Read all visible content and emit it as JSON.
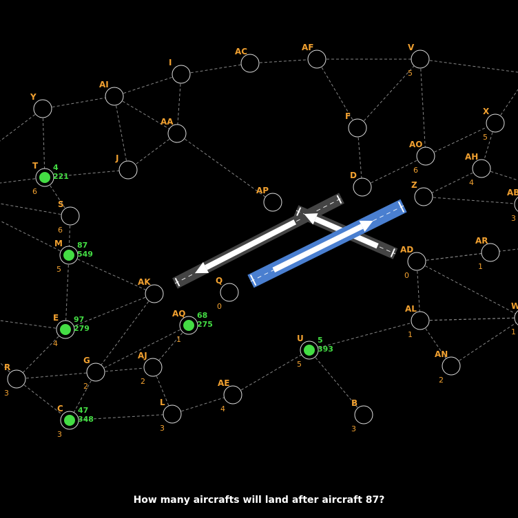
{
  "question": "How many aircrafts will land after aircraft 87?",
  "colors": {
    "background": "#000000",
    "edge": "#888888",
    "node_ring": "#e0e0e0",
    "label": "#f0a030",
    "aircraft": "#44dd44",
    "runway_gray": "#444444",
    "runway_blue": "#4a7fd0",
    "arrow": "#ffffff"
  },
  "nodes": [
    {
      "id": "V",
      "value": "5"
    },
    {
      "id": "AC",
      "value": ""
    },
    {
      "id": "AF",
      "value": ""
    },
    {
      "id": "I",
      "value": ""
    },
    {
      "id": "AI",
      "value": ""
    },
    {
      "id": "Y",
      "value": ""
    },
    {
      "id": "F",
      "value": ""
    },
    {
      "id": "AA",
      "value": ""
    },
    {
      "id": "X",
      "value": "5"
    },
    {
      "id": "AO",
      "value": "6"
    },
    {
      "id": "J",
      "value": ""
    },
    {
      "id": "AH",
      "value": "4"
    },
    {
      "id": "T",
      "value": "6"
    },
    {
      "id": "D",
      "value": ""
    },
    {
      "id": "Z",
      "value": ""
    },
    {
      "id": "AB",
      "value": "3"
    },
    {
      "id": "AP",
      "value": ""
    },
    {
      "id": "S",
      "value": "6"
    },
    {
      "id": "AR",
      "value": "1"
    },
    {
      "id": "M",
      "value": "5"
    },
    {
      "id": "AD",
      "value": "0"
    },
    {
      "id": "AK",
      "value": ""
    },
    {
      "id": "Q",
      "value": "0"
    },
    {
      "id": "W",
      "value": "1"
    },
    {
      "id": "AL",
      "value": "1"
    },
    {
      "id": "AQ",
      "value": "1"
    },
    {
      "id": "E",
      "value": "4"
    },
    {
      "id": "U",
      "value": "5"
    },
    {
      "id": "AN",
      "value": "2"
    },
    {
      "id": "AJ",
      "value": "2"
    },
    {
      "id": "G",
      "value": "2"
    },
    {
      "id": "R",
      "value": "3"
    },
    {
      "id": "AE",
      "value": "4"
    },
    {
      "id": "L",
      "value": "3"
    },
    {
      "id": "B",
      "value": "3"
    },
    {
      "id": "C",
      "value": "3"
    }
  ],
  "aircraft": [
    {
      "node": "T",
      "id": "4",
      "time": "221"
    },
    {
      "node": "M",
      "id": "87",
      "time": "549"
    },
    {
      "node": "E",
      "id": "97",
      "time": "279"
    },
    {
      "node": "AQ",
      "id": "68",
      "time": "275"
    },
    {
      "node": "U",
      "id": "5",
      "time": "393"
    },
    {
      "node": "C",
      "id": "47",
      "time": "348"
    }
  ],
  "edges": [
    [
      "Y",
      "AI"
    ],
    [
      "AI",
      "I"
    ],
    [
      "I",
      "AC"
    ],
    [
      "AC",
      "AF"
    ],
    [
      "AF",
      "V"
    ],
    [
      "AI",
      "AA"
    ],
    [
      "AI",
      "J"
    ],
    [
      "I",
      "AA"
    ],
    [
      "AA",
      "J"
    ],
    [
      "AA",
      "AP"
    ],
    [
      "Y",
      "T"
    ],
    [
      "T",
      "J"
    ],
    [
      "T",
      "S"
    ],
    [
      "S",
      "M"
    ],
    [
      "M",
      "AK"
    ],
    [
      "M",
      "E"
    ],
    [
      "AF",
      "F"
    ],
    [
      "F",
      "V"
    ],
    [
      "F",
      "D"
    ],
    [
      "V",
      "AO"
    ],
    [
      "D",
      "AO"
    ],
    [
      "AO",
      "X"
    ],
    [
      "X",
      "AH"
    ],
    [
      "AH",
      "Z"
    ],
    [
      "Z",
      "AB"
    ],
    [
      "AK",
      "E"
    ],
    [
      "AK",
      "G"
    ],
    [
      "AQ",
      "G"
    ],
    [
      "AQ",
      "AJ"
    ],
    [
      "E",
      "R"
    ],
    [
      "R",
      "G"
    ],
    [
      "R",
      "C"
    ],
    [
      "G",
      "AJ"
    ],
    [
      "G",
      "C"
    ],
    [
      "AJ",
      "L"
    ],
    [
      "C",
      "L"
    ],
    [
      "L",
      "AE"
    ],
    [
      "AE",
      "U"
    ],
    [
      "U",
      "AL"
    ],
    [
      "U",
      "B"
    ],
    [
      "AD",
      "AR"
    ],
    [
      "AD",
      "AL"
    ],
    [
      "AD",
      "W"
    ],
    [
      "AL",
      "W"
    ],
    [
      "AL",
      "AN"
    ],
    [
      "AN",
      "W"
    ]
  ],
  "runways": [
    {
      "name": "runway-gray",
      "style": "gray",
      "arrow": "toward-lower-left"
    },
    {
      "name": "runway-gray-short",
      "style": "gray",
      "arrow": "toward-upper-left"
    },
    {
      "name": "runway-blue",
      "style": "blue",
      "arrow": "toward-upper-right"
    }
  ]
}
